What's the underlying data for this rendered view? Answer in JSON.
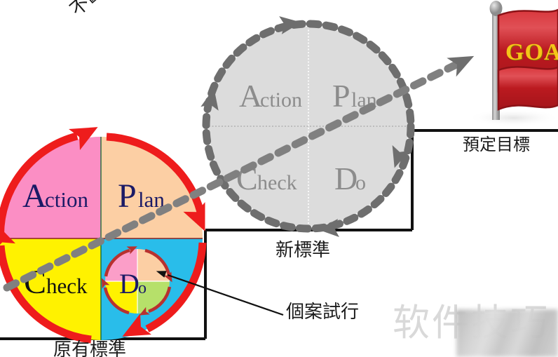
{
  "diagram": {
    "title_concept": "PDCA continuous improvement staircase",
    "labels": {
      "improve": "不斷持續改善提升",
      "new_standard": "新標準",
      "case_trial": "個案試行",
      "target": "預定目標",
      "old_standard": "原有標準"
    },
    "goal_flag": {
      "text": "GOAL",
      "flag_color": "#c21a22",
      "pole_color": "#9a9a9a",
      "text_color": "#f5c518"
    },
    "watermark": {
      "text": "软件技巧"
    }
  },
  "color_wheel": {
    "name": "colored-pdca-wheel",
    "arrow_color": "#ee1c1c",
    "quadrants": [
      {
        "key": "action",
        "big": "A",
        "small": "ction",
        "color": "#fb8ec4",
        "position": "top-left"
      },
      {
        "key": "plan",
        "big": "P",
        "small": "lan",
        "color": "#fccfa4",
        "position": "top-right"
      },
      {
        "key": "check",
        "big": "C",
        "small": "heck",
        "color": "#fff200",
        "position": "bottom-left"
      },
      {
        "key": "do",
        "big": "D",
        "small": "o",
        "color": "#29bdea",
        "position": "bottom-right"
      }
    ],
    "text_color": "#1a1a66"
  },
  "inner_wheel": {
    "name": "inner-mini-pdca-wheel",
    "big": "D",
    "small": "o",
    "arrow_color": "#b8312f",
    "text_color": "#1a1a66",
    "quadrants": [
      {
        "key": "action",
        "color": "#fb9ec8",
        "position": "top-left"
      },
      {
        "key": "plan",
        "color": "#fccfa4",
        "position": "top-right"
      },
      {
        "key": "check",
        "color": "#fff200",
        "position": "bottom-left"
      },
      {
        "key": "do",
        "color": "#b6e06a",
        "position": "bottom-right"
      }
    ]
  },
  "gray_wheel": {
    "name": "gray-pdca-wheel",
    "fill": "#dcdcdc",
    "arrow_color": "#6e6e6e",
    "text_color": "#8c8c8c",
    "quadrants": [
      {
        "key": "action",
        "big": "A",
        "small": "ction",
        "position": "top-left"
      },
      {
        "key": "plan",
        "big": "P",
        "small": "lan",
        "position": "top-right"
      },
      {
        "key": "check",
        "big": "C",
        "small": "heck",
        "position": "bottom-left"
      },
      {
        "key": "do",
        "big": "D",
        "small": "o",
        "position": "bottom-right"
      }
    ]
  },
  "staircase": {
    "name": "black-staircase",
    "color": "#111111"
  },
  "progress_arrow": {
    "name": "dashed-progress-arrow",
    "color": "#808080",
    "style": "dashed"
  }
}
